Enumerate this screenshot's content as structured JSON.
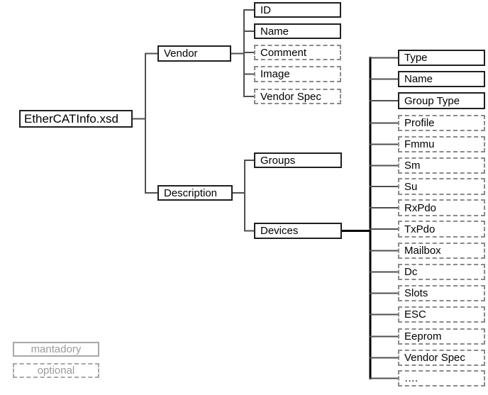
{
  "diagram": {
    "root_label": "EtherCATInfo.xsd",
    "nodes": [
      {
        "id": "root",
        "label": "EtherCATInfo.xsd",
        "style": "mandatory",
        "parent": null
      },
      {
        "id": "vendor",
        "label": "Vendor",
        "style": "mandatory",
        "parent": "root"
      },
      {
        "id": "id",
        "label": "ID",
        "style": "mandatory",
        "parent": "vendor"
      },
      {
        "id": "name1",
        "label": "Name",
        "style": "mandatory",
        "parent": "vendor"
      },
      {
        "id": "comment",
        "label": "Comment",
        "style": "optional",
        "parent": "vendor"
      },
      {
        "id": "image",
        "label": "Image",
        "style": "optional",
        "parent": "vendor"
      },
      {
        "id": "vendorspec1",
        "label": "Vendor Spec",
        "style": "optional",
        "parent": "vendor"
      },
      {
        "id": "description",
        "label": "Description",
        "style": "mandatory",
        "parent": "root"
      },
      {
        "id": "groups",
        "label": "Groups",
        "style": "mandatory",
        "parent": "description"
      },
      {
        "id": "devices",
        "label": "Devices",
        "style": "mandatory",
        "parent": "description"
      },
      {
        "id": "type",
        "label": "Type",
        "style": "mandatory",
        "parent": "devices"
      },
      {
        "id": "name2",
        "label": "Name",
        "style": "mandatory",
        "parent": "devices"
      },
      {
        "id": "grouptype",
        "label": "Group Type",
        "style": "mandatory",
        "parent": "devices"
      },
      {
        "id": "profile",
        "label": "Profile",
        "style": "optional",
        "parent": "devices"
      },
      {
        "id": "fmmu",
        "label": "Fmmu",
        "style": "optional",
        "parent": "devices"
      },
      {
        "id": "sm",
        "label": "Sm",
        "style": "optional",
        "parent": "devices"
      },
      {
        "id": "su",
        "label": "Su",
        "style": "optional",
        "parent": "devices"
      },
      {
        "id": "rxpdo",
        "label": "RxPdo",
        "style": "optional",
        "parent": "devices"
      },
      {
        "id": "txpdo",
        "label": "TxPdo",
        "style": "optional",
        "parent": "devices"
      },
      {
        "id": "mailbox",
        "label": "Mailbox",
        "style": "optional",
        "parent": "devices"
      },
      {
        "id": "dc",
        "label": "Dc",
        "style": "optional",
        "parent": "devices"
      },
      {
        "id": "slots",
        "label": "Slots",
        "style": "optional",
        "parent": "devices"
      },
      {
        "id": "esc",
        "label": "ESC",
        "style": "optional",
        "parent": "devices"
      },
      {
        "id": "eeprom",
        "label": "Eeprom",
        "style": "optional",
        "parent": "devices"
      },
      {
        "id": "vendorspec2",
        "label": "Vendor Spec",
        "style": "optional",
        "parent": "devices"
      },
      {
        "id": "more",
        "label": "….",
        "style": "optional",
        "parent": "devices"
      }
    ]
  },
  "legend": {
    "items": [
      {
        "label": "mantadory",
        "style": "mandatory"
      },
      {
        "label": "optional",
        "style": "optional"
      }
    ]
  },
  "colors": {
    "background": "#ffffff",
    "node_text": "#000000",
    "mandatory_border": "#1f1f1f",
    "optional_border": "#8a8a8a",
    "connector": "#4f4f4f",
    "connector_emphasis": "#000000",
    "legend_border": "#a8a8a8",
    "legend_text": "#9b9b9b"
  }
}
